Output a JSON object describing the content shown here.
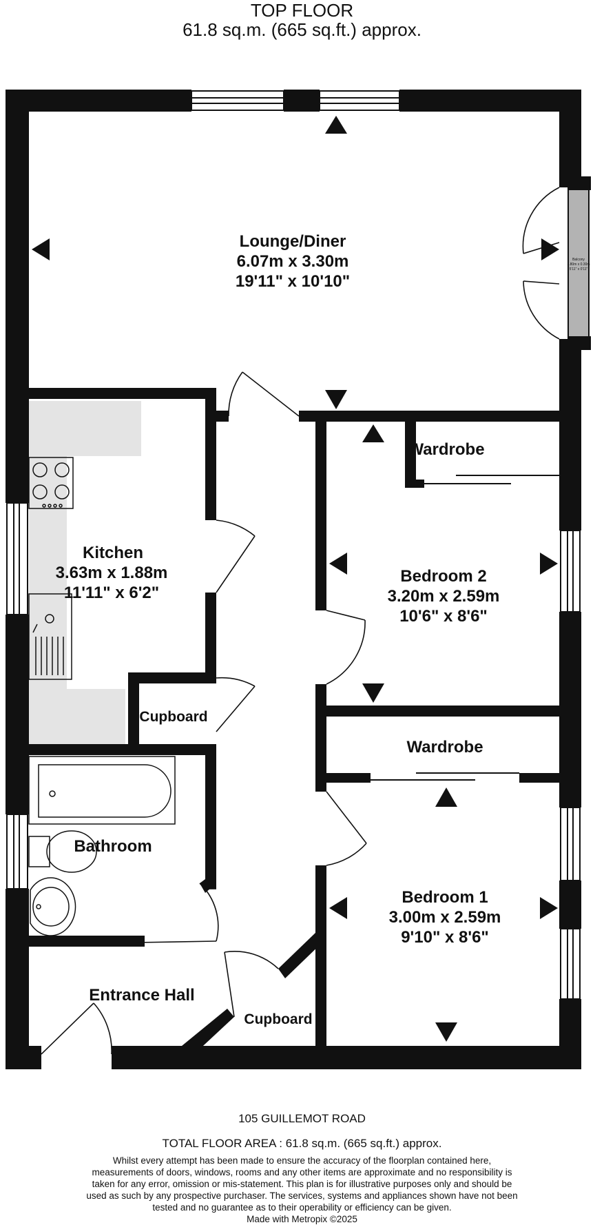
{
  "header": {
    "floor_name": "TOP FLOOR",
    "floor_area": "61.8 sq.m. (665 sq.ft.) approx."
  },
  "rooms": {
    "lounge": {
      "name": "Lounge/Diner",
      "metric": "6.07m  x 3.30m",
      "imperial": "19'11\"  x 10'10\""
    },
    "kitchen": {
      "name": "Kitchen",
      "metric": "3.63m  x 1.88m",
      "imperial": "11'11\"  x 6'2\""
    },
    "bedroom2": {
      "name": "Bedroom 2",
      "metric": "3.20m  x 2.59m",
      "imperial": "10'6\"  x 8'6\""
    },
    "bedroom1": {
      "name": "Bedroom 1",
      "metric": "3.00m  x 2.59m",
      "imperial": "9'10\"  x 8'6\""
    },
    "wardrobe_upper": "Wardrobe",
    "wardrobe_lower": "Wardrobe",
    "cupboard_kitchen": "Cupboard",
    "cupboard_hall": "Cupboard",
    "bathroom": "Bathroom",
    "entrance_hall": "Entrance Hall",
    "balcony": {
      "name": "Balcony",
      "metric": "1.80m x 0.30m",
      "imperial": "5'11\" x 0'11\""
    }
  },
  "footer": {
    "address": "105 GUILLEMOT ROAD",
    "total_area": "TOTAL FLOOR AREA : 61.8 sq.m. (665 sq.ft.) approx.",
    "disclaimer": "Whilst every attempt has been made to ensure the accuracy of the floorplan contained here, measurements of doors, windows, rooms and any other items are approximate and no responsibility is taken for any error, omission or mis-statement. This plan is for illustrative purposes only and should be used as such by any prospective purchaser. The services, systems and appliances shown have not been tested and no guarantee as to their operability or efficiency can be given.",
    "credit": "Made with Metropix ©2025"
  },
  "colors": {
    "wall": "#111111",
    "counter": "#e4e4e4",
    "balcony": "#b3b3b3",
    "background": "#ffffff"
  }
}
